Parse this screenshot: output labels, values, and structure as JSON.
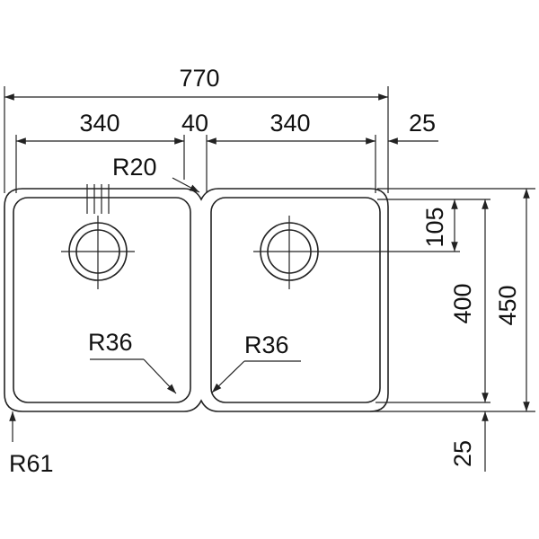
{
  "dimensions": {
    "overall_width": "770",
    "left_bowl_width": "340",
    "gap_width": "40",
    "right_bowl_width": "340",
    "right_margin": "25",
    "top_offset": "105",
    "bowl_height": "400",
    "overall_height": "450",
    "bottom_margin": "25"
  },
  "radii": {
    "divider_radius": "R20",
    "left_bowl_radius": "R36",
    "right_bowl_radius": "R36",
    "outer_radius": "R61"
  },
  "colors": {
    "line": "#222222",
    "text": "#111111",
    "background": "#ffffff"
  }
}
